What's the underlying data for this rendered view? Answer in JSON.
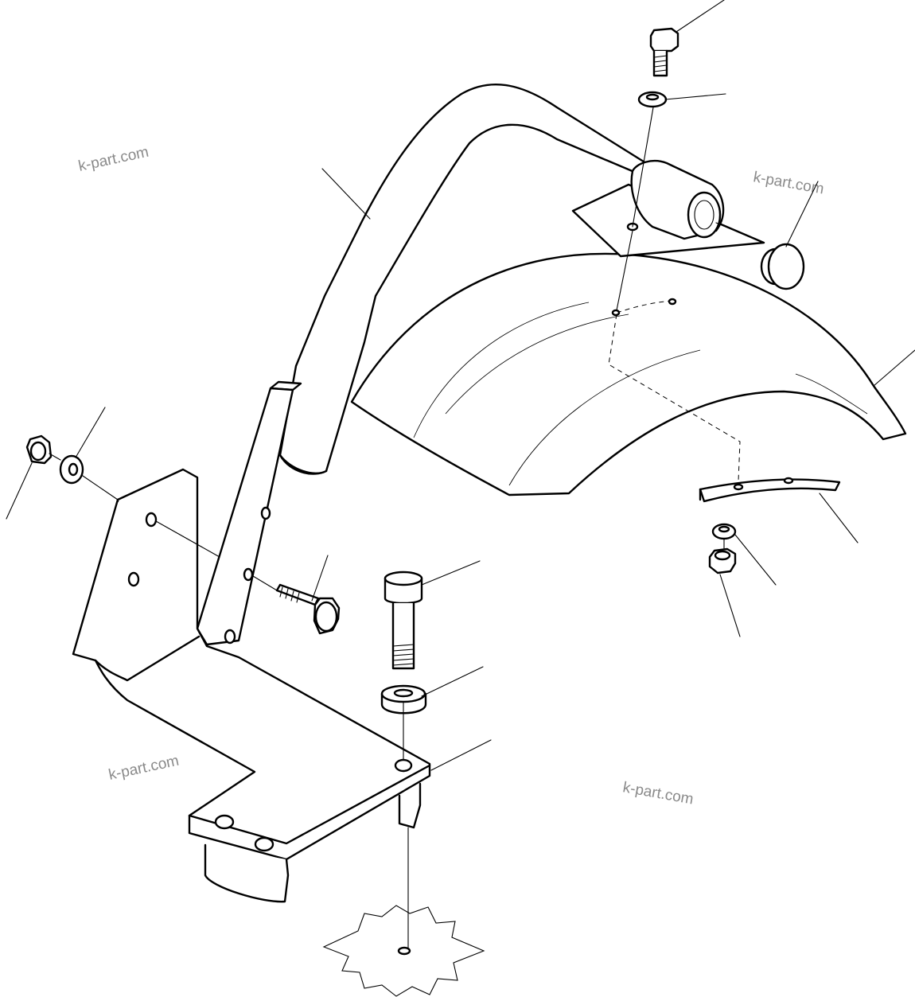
{
  "watermarks": [
    {
      "text": "k-part.com"
    },
    {
      "text": "k-part.com"
    },
    {
      "text": "k-part.com"
    },
    {
      "text": "k-part.com"
    }
  ]
}
